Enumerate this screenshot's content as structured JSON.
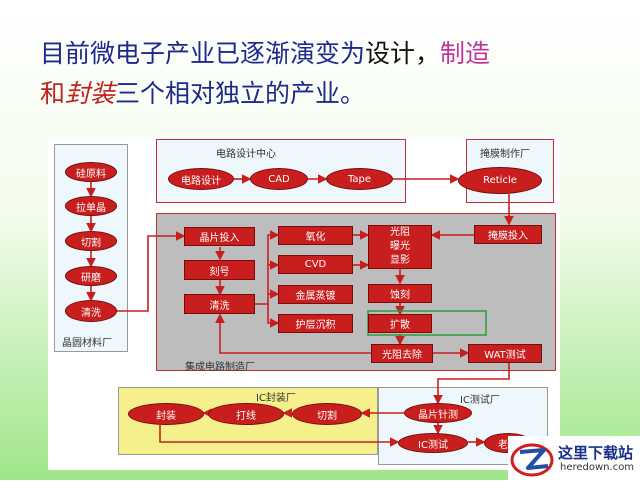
{
  "slide": {
    "title_parts": [
      "目前微电子产业已逐渐演变为",
      "设计，",
      "制造",
      "和",
      "封装",
      "三个相对独立的产业。"
    ]
  },
  "diagram": {
    "regions": {
      "design_center": "电路设计中心",
      "mask_factory": "掩膜制作厂",
      "wafer_material": "晶圆材料厂",
      "ic_fab": "集成电路制造厂",
      "packaging": "IC封装厂",
      "testing": "IC测试厂"
    },
    "wafer_steps": [
      "硅原料",
      "拉单晶",
      "切割",
      "研磨",
      "清洗"
    ],
    "design_steps": [
      "电路设计",
      "CAD",
      "Tape"
    ],
    "mask_steps": [
      "Reticle",
      "掩膜投入"
    ],
    "fab_steps": {
      "wafer_in": "晶片投入",
      "marking": "刻号",
      "cleaning": "清洗",
      "oxidation": "氧化",
      "cvd": "CVD",
      "metal_evap": "金属蒸镀",
      "passivation": "护层沉积",
      "photo": [
        "光阻",
        "曝光",
        "显影"
      ],
      "etch": "蚀刻",
      "diffusion": "扩散",
      "resist_strip": "光阻去除",
      "wat": "WAT测试"
    },
    "package_steps": [
      "封装",
      "打线",
      "切割"
    ],
    "test_steps": [
      "晶片针测",
      "IC测试",
      "老化"
    ]
  },
  "watermark": {
    "name": "这里下载站",
    "site": "heredown.com"
  },
  "colors": {
    "title_blue": "#1d2a8c",
    "accent_red": "#c0221c",
    "accent_pink": "#c1359a",
    "step_fill": "#c81e1e",
    "fab_region": "#bdbdbd",
    "package_region": "#f6f08c",
    "light_region": "#eef7fb"
  }
}
